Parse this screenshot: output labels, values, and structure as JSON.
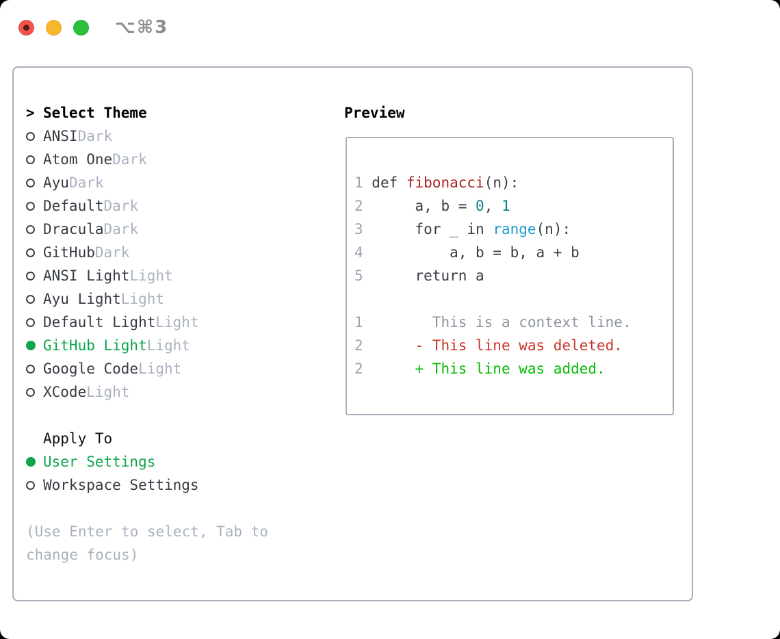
{
  "window": {
    "title": "⌥⌘3"
  },
  "titlebar": {
    "buttons": [
      "close",
      "minimize",
      "zoom"
    ]
  },
  "colors": {
    "accent_green": "#0ba64a",
    "diff_added_green": "#00bd00",
    "diff_deleted_red": "#cb3227",
    "function_red": "#a5221a",
    "number_teal": "#0d7d8c",
    "builtin_blue": "#1a9ccb",
    "code_text": "#363b42",
    "muted_gray": "#a9b1bf",
    "line_number_gray": "#9aa3b1",
    "context_gray": "#8d949d",
    "border_gray": "#a8aeba"
  },
  "theme_picker": {
    "header_marker": ">",
    "header": "Select Theme",
    "items": [
      {
        "name": "ANSI",
        "variant": "Dark",
        "selected": false
      },
      {
        "name": "Atom One",
        "variant": "Dark",
        "selected": false
      },
      {
        "name": "Ayu",
        "variant": "Dark",
        "selected": false
      },
      {
        "name": "Default",
        "variant": "Dark",
        "selected": false
      },
      {
        "name": "Dracula",
        "variant": "Dark",
        "selected": false
      },
      {
        "name": "GitHub",
        "variant": "Dark",
        "selected": false
      },
      {
        "name": "ANSI Light",
        "variant": "Light",
        "selected": false
      },
      {
        "name": "Ayu Light",
        "variant": "Light",
        "selected": false
      },
      {
        "name": "Default Light",
        "variant": "Light",
        "selected": false
      },
      {
        "name": "GitHub Light",
        "variant": "Light",
        "selected": true
      },
      {
        "name": "Google Code",
        "variant": "Light",
        "selected": false
      },
      {
        "name": "XCode",
        "variant": "Light",
        "selected": false
      }
    ]
  },
  "apply_to": {
    "header": "Apply To",
    "options": [
      {
        "label": "User Settings",
        "selected": true
      },
      {
        "label": "Workspace Settings",
        "selected": false
      }
    ]
  },
  "hint": {
    "line1": "(Use Enter to select, Tab to",
    "line2": "change focus)"
  },
  "preview": {
    "header": "Preview",
    "lines": [
      [
        {
          "t": "1",
          "c": "ln"
        },
        {
          "t": " def ",
          "c": "code"
        },
        {
          "t": "fibonacci",
          "c": "fn"
        },
        {
          "t": "(n):",
          "c": "code"
        }
      ],
      [
        {
          "t": "2",
          "c": "ln"
        },
        {
          "t": "      a, b = ",
          "c": "code"
        },
        {
          "t": "0",
          "c": "num"
        },
        {
          "t": ", ",
          "c": "code"
        },
        {
          "t": "1",
          "c": "num"
        }
      ],
      [
        {
          "t": "3",
          "c": "ln"
        },
        {
          "t": "      for _ in ",
          "c": "code"
        },
        {
          "t": "range",
          "c": "builtin"
        },
        {
          "t": "(n):",
          "c": "code"
        }
      ],
      [
        {
          "t": "4",
          "c": "ln"
        },
        {
          "t": "          a, b = b, a + b",
          "c": "code"
        }
      ],
      [
        {
          "t": "5",
          "c": "ln"
        },
        {
          "t": "      return a",
          "c": "code"
        }
      ],
      [],
      [
        {
          "t": "1",
          "c": "ln"
        },
        {
          "t": "        This is a context line.",
          "c": "ctx"
        }
      ],
      [
        {
          "t": "2",
          "c": "ln"
        },
        {
          "t": "      ",
          "c": "code"
        },
        {
          "t": "- This line was deleted.",
          "c": "del"
        }
      ],
      [
        {
          "t": "2",
          "c": "ln"
        },
        {
          "t": "      ",
          "c": "code"
        },
        {
          "t": "+ This line was added.",
          "c": "add"
        }
      ]
    ]
  }
}
